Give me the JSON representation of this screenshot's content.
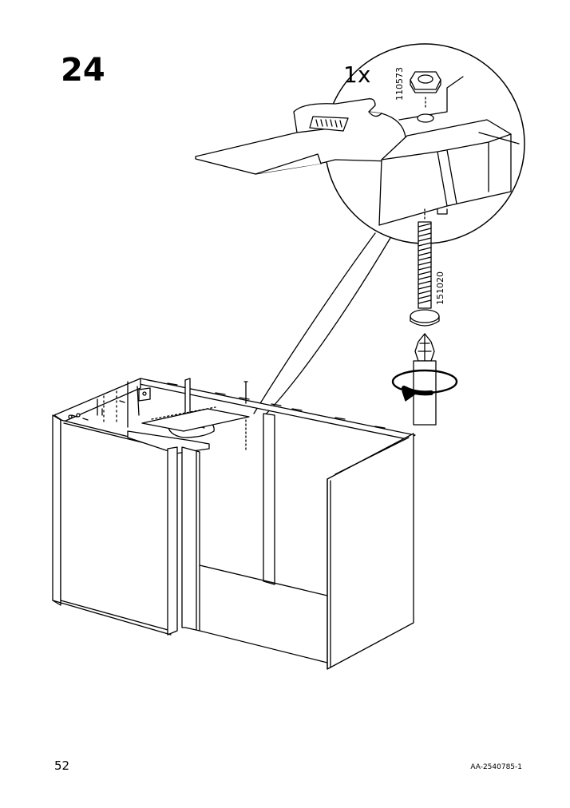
{
  "step": {
    "number": "24"
  },
  "parts": {
    "quantity": "1x",
    "nut_part_number": "110573",
    "bolt_part_number": "151020"
  },
  "footer": {
    "page_number": "52",
    "document_code": "AA-2540785-1"
  }
}
